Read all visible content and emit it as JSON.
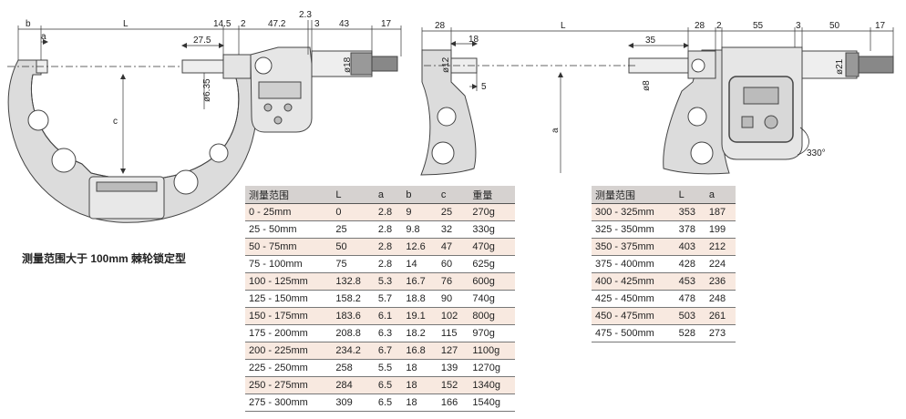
{
  "caption": "测量范围大于 100mm 棘轮锁定型",
  "dims_left": {
    "b": "b",
    "L": "L",
    "d14_5": "14.5",
    "d2": "2",
    "d47_2": "47.2",
    "d2_3": "2.3",
    "d3": "3",
    "d43": "43",
    "d17": "17",
    "a": "a",
    "d27_5": "27.5",
    "phi6_35": "ø6.35",
    "c": "c",
    "phi18": "ø18"
  },
  "dims_right": {
    "d28": "28",
    "L": "L",
    "d18": "18",
    "phi12": "ø12",
    "d5": "5",
    "a": "a",
    "d28b": "28",
    "d2": "2",
    "d55": "55",
    "d3": "3",
    "d50": "50",
    "d17": "17",
    "d35": "35",
    "phi8": "ø8",
    "phi21": "ø21",
    "angle": "330°"
  },
  "table_left": {
    "headers": [
      "测量范围",
      "L",
      "a",
      "b",
      "c",
      "重量"
    ],
    "rows": [
      [
        "0 - 25mm",
        "0",
        "2.8",
        "9",
        "25",
        "270g"
      ],
      [
        "25 - 50mm",
        "25",
        "2.8",
        "9.8",
        "32",
        "330g"
      ],
      [
        "50 - 75mm",
        "50",
        "2.8",
        "12.6",
        "47",
        "470g"
      ],
      [
        "75 - 100mm",
        "75",
        "2.8",
        "14",
        "60",
        "625g"
      ],
      [
        "100 - 125mm",
        "132.8",
        "5.3",
        "16.7",
        "76",
        "600g"
      ],
      [
        "125 - 150mm",
        "158.2",
        "5.7",
        "18.8",
        "90",
        "740g"
      ],
      [
        "150 - 175mm",
        "183.6",
        "6.1",
        "19.1",
        "102",
        "800g"
      ],
      [
        "175 - 200mm",
        "208.8",
        "6.3",
        "18.2",
        "115",
        "970g"
      ],
      [
        "200 - 225mm",
        "234.2",
        "6.7",
        "16.8",
        "127",
        "1100g"
      ],
      [
        "225 - 250mm",
        "258",
        "5.5",
        "18",
        "139",
        "1270g"
      ],
      [
        "250 - 275mm",
        "284",
        "6.5",
        "18",
        "152",
        "1340g"
      ],
      [
        "275 - 300mm",
        "309",
        "6.5",
        "18",
        "166",
        "1540g"
      ]
    ]
  },
  "table_right": {
    "headers": [
      "测量范围",
      "L",
      "a"
    ],
    "rows": [
      [
        "300 - 325mm",
        "353",
        "187"
      ],
      [
        "325 - 350mm",
        "378",
        "199"
      ],
      [
        "350 - 375mm",
        "403",
        "212"
      ],
      [
        "375 - 400mm",
        "428",
        "224"
      ],
      [
        "400 - 425mm",
        "453",
        "236"
      ],
      [
        "425 - 450mm",
        "478",
        "248"
      ],
      [
        "450 - 475mm",
        "503",
        "261"
      ],
      [
        "475 - 500mm",
        "528",
        "273"
      ]
    ]
  }
}
